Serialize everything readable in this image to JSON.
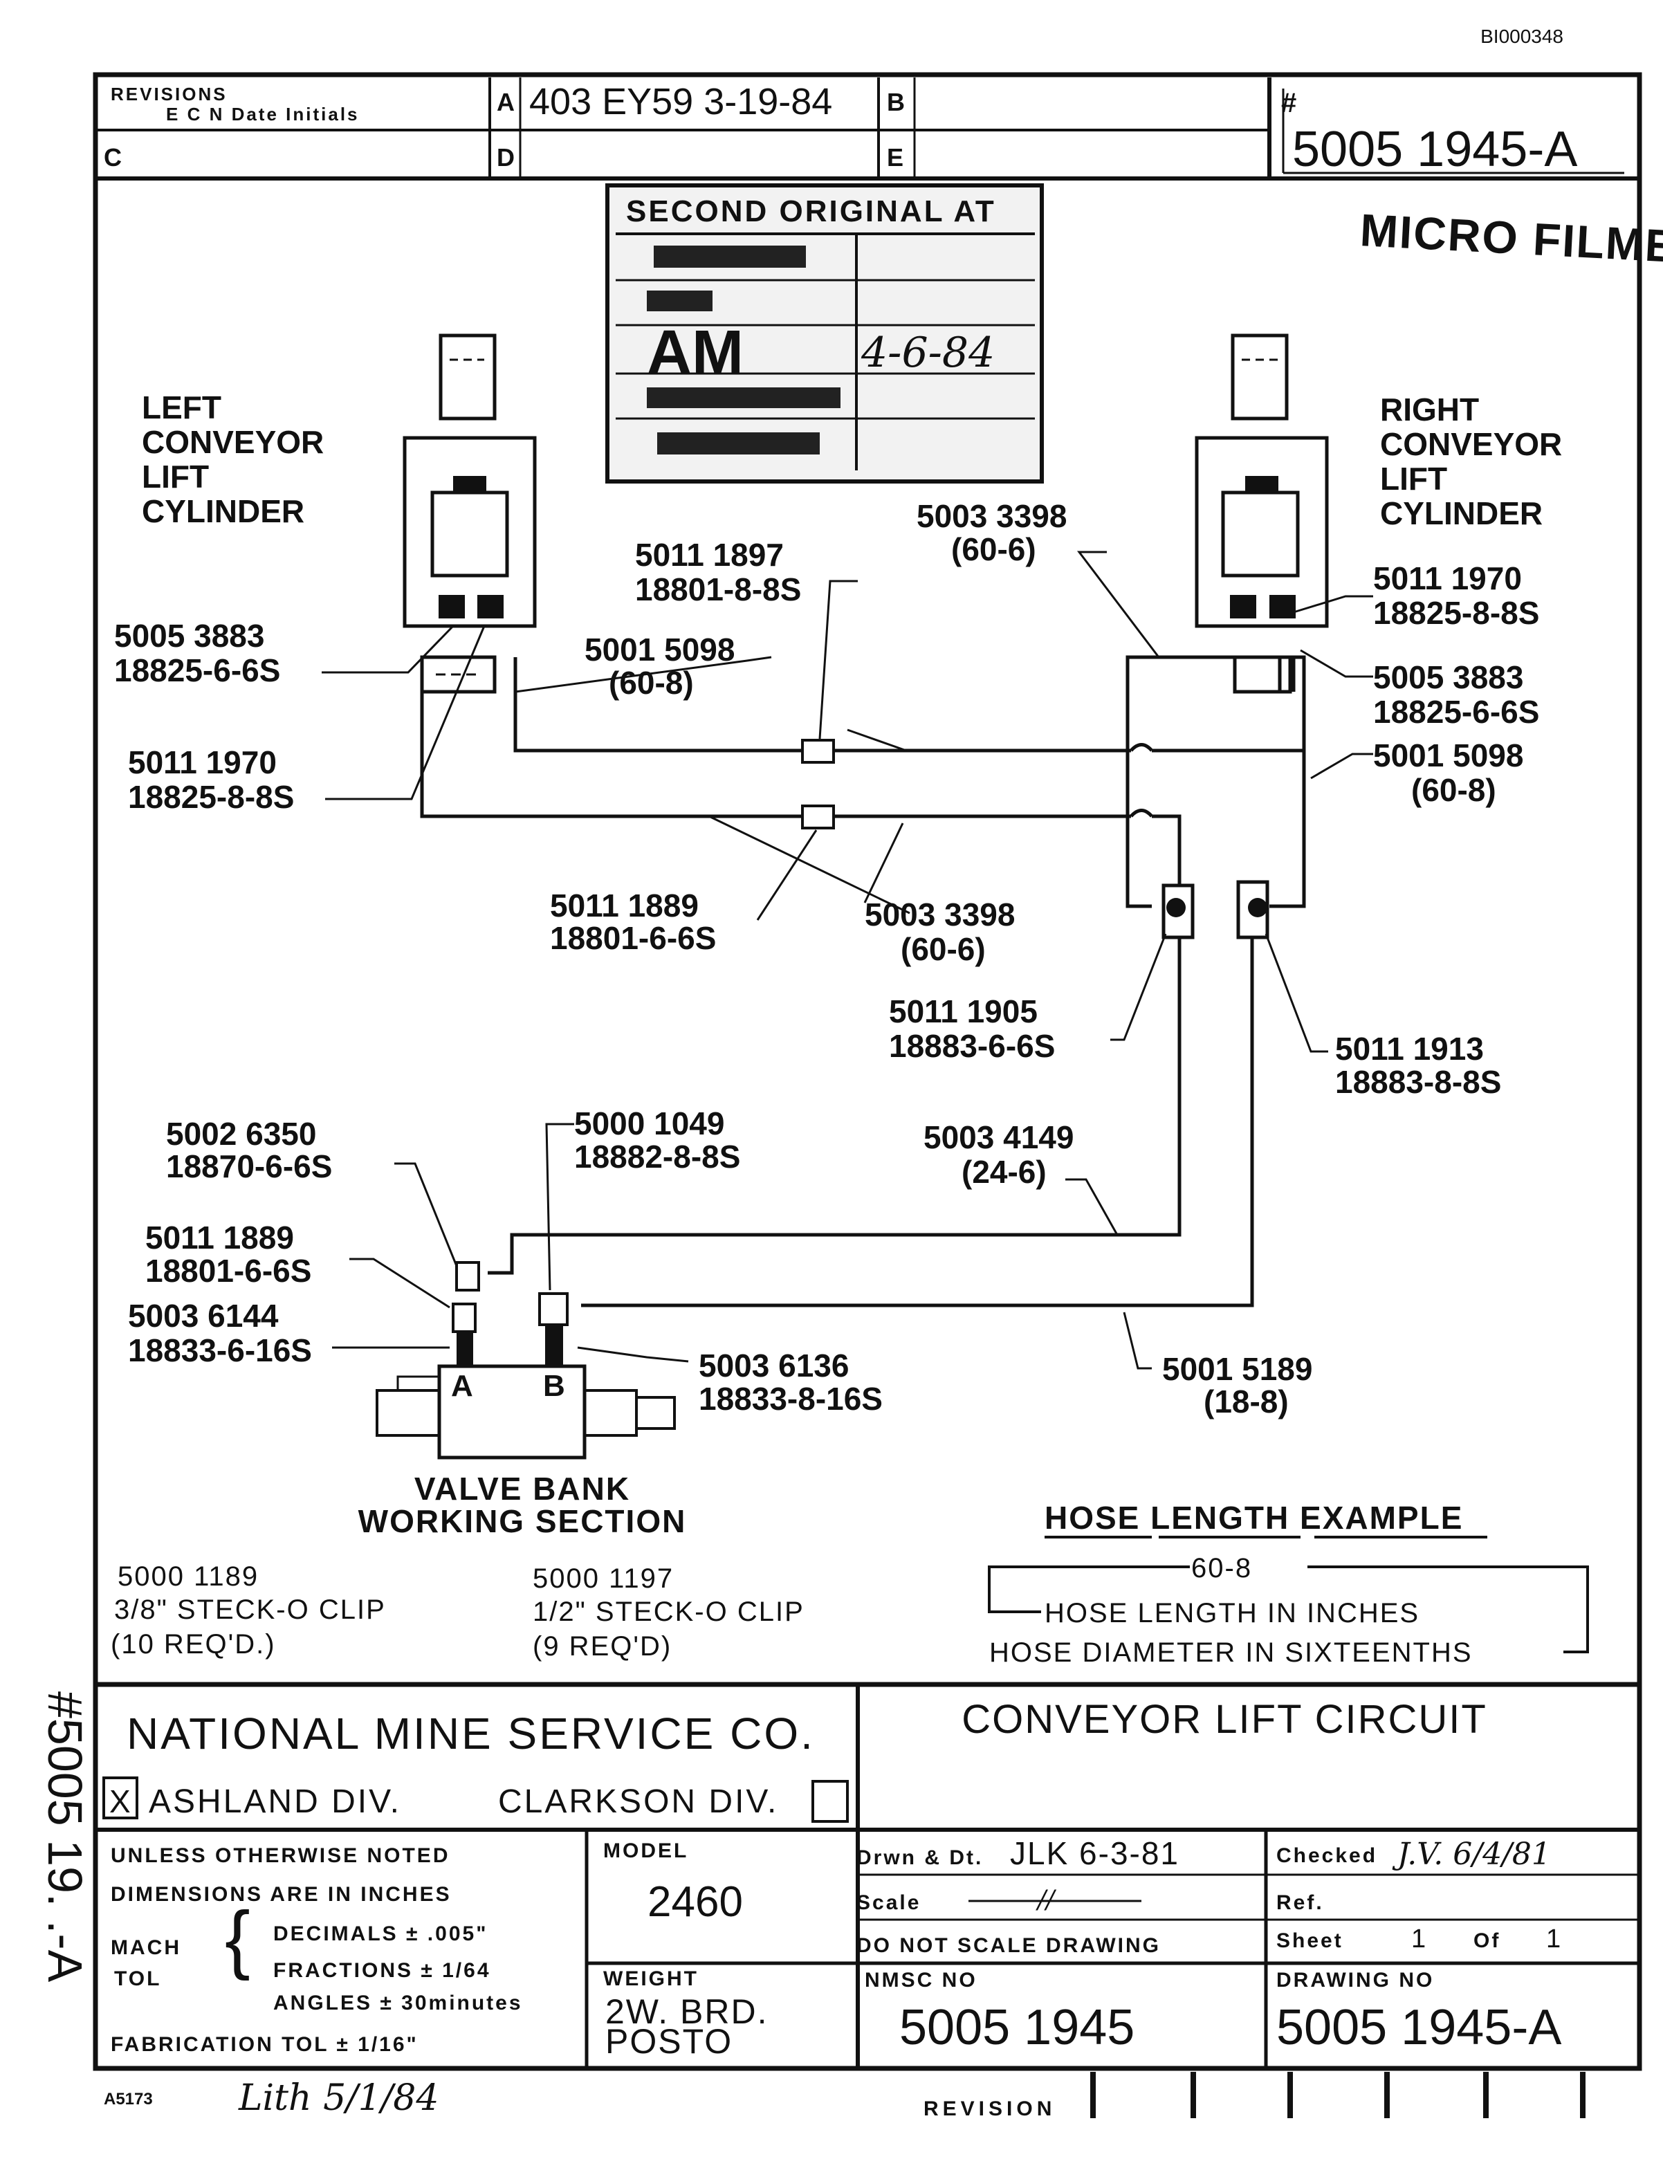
{
  "doc_id": "BI000348",
  "header": {
    "revisions_label": "REVISIONS",
    "ecn_label": "E C N  Date  Initials",
    "slot_a": "A",
    "slot_a_value": "403 EY59 3-19-84",
    "slot_b": "B",
    "slot_c": "C",
    "slot_d": "D",
    "slot_e": "E",
    "number_prefix": "#",
    "number_value": "5005 1945-A"
  },
  "stamp": {
    "title": "SECOND ORIGINAL AT",
    "initials": "AM",
    "date": "4-6-84",
    "micro": "MICRO FILMED"
  },
  "labels": {
    "left_cylinder": [
      "LEFT",
      "CONVEYOR",
      "LIFT",
      "CYLINDER"
    ],
    "right_cylinder": [
      "RIGHT",
      "CONVEYOR",
      "LIFT",
      "CYLINDER"
    ],
    "valve_bank": [
      "VALVE  BANK",
      "WORKING SECTION"
    ],
    "port_a": "A",
    "port_b": "B"
  },
  "parts": [
    {
      "l1": "5005 3883",
      "l2": "18825-6-6S"
    },
    {
      "l1": "5011 1970",
      "l2": "18825-8-8S"
    },
    {
      "l1": "5011 1897",
      "l2": "18801-8-8S"
    },
    {
      "l1": "5001 5098",
      "l2": "(60-8)"
    },
    {
      "l1": "5003 3398",
      "l2": "(60-6)"
    },
    {
      "l1": "5011 1970",
      "l2": "18825-8-8S"
    },
    {
      "l1": "5005 3883",
      "l2": "18825-6-6S"
    },
    {
      "l1": "5001 5098",
      "l2": "(60-8)"
    },
    {
      "l1": "5011 1889",
      "l2": "18801-6-6S"
    },
    {
      "l1": "5003 3398",
      "l2": "(60-6)"
    },
    {
      "l1": "5011 1905",
      "l2": "18883-6-6S"
    },
    {
      "l1": "5011 1913",
      "l2": "18883-8-8S"
    },
    {
      "l1": "5002 6350",
      "l2": "18870-6-6S"
    },
    {
      "l1": "5000 1049",
      "l2": "18882-8-8S"
    },
    {
      "l1": "5003 4149",
      "l2": "(24-6)"
    },
    {
      "l1": "5011 1889",
      "l2": "18801-6-6S"
    },
    {
      "l1": "5003 6144",
      "l2": "18833-6-16S"
    },
    {
      "l1": "5003 6136",
      "l2": "18833-8-16S"
    },
    {
      "l1": "5001 5189",
      "l2": "(18-8)"
    }
  ],
  "clips": [
    {
      "l1": "5000 1189",
      "l2": "3/8\" STECK-O CLIP",
      "l3": "(10 REQ'D.)"
    },
    {
      "l1": "5000 1197",
      "l2": "1/2\" STECK-O CLIP",
      "l3": "(9 REQ'D)"
    }
  ],
  "hose_example": {
    "title": "HOSE LENGTH  EXAMPLE",
    "code": "60-8",
    "line1": "HOSE LENGTH  IN INCHES",
    "line2": "HOSE DIAMETER IN SIXTEENTHS"
  },
  "title_block": {
    "company": "NATIONAL MINE SERVICE CO.",
    "check_x": "X",
    "div1": "ASHLAND DIV.",
    "div2": "CLARKSON DIV.",
    "drawing_title": "CONVEYOR  LIFT  CIRCUIT",
    "tol_1": "UNLESS OTHERWISE NOTED",
    "tol_2": "DIMENSIONS ARE IN INCHES",
    "tol_mach": "MACH",
    "tol_tol": "TOL",
    "tol_dec": "DECIMALS ± .005\"",
    "tol_frac": "FRACTIONS ± 1/64",
    "tol_ang": "ANGLES ± 30minutes",
    "tol_fab": "FABRICATION TOL  ±  1/16\"",
    "model_label": "MODEL",
    "model_value": "2460",
    "weight_label": "WEIGHT",
    "weight_value_1": "2W. BRD.",
    "weight_value_2": "POSTO",
    "drawn_label": "Drwn & Dt.",
    "drawn_value": "JLK 6-3-81",
    "checked_label": "Checked",
    "checked_value": "J.V. 6/4/81",
    "scale_label": "Scale",
    "ref_label": "Ref.",
    "no_scale": "DO NOT SCALE DRAWING",
    "sheet_label": "Sheet",
    "sheet_value": "1",
    "of_label": "Of",
    "of_value": "1",
    "nmsc_label": "NMSC NO",
    "nmsc_value": "5005 1945",
    "drawing_no_label": "DRAWING NO",
    "drawing_no_value": "5005 1945-A",
    "side_number": "#5005 19. .-A",
    "footer_code": "A5173",
    "footer_hand": "Lith 5/1/84",
    "revision_label": "REVISION"
  }
}
